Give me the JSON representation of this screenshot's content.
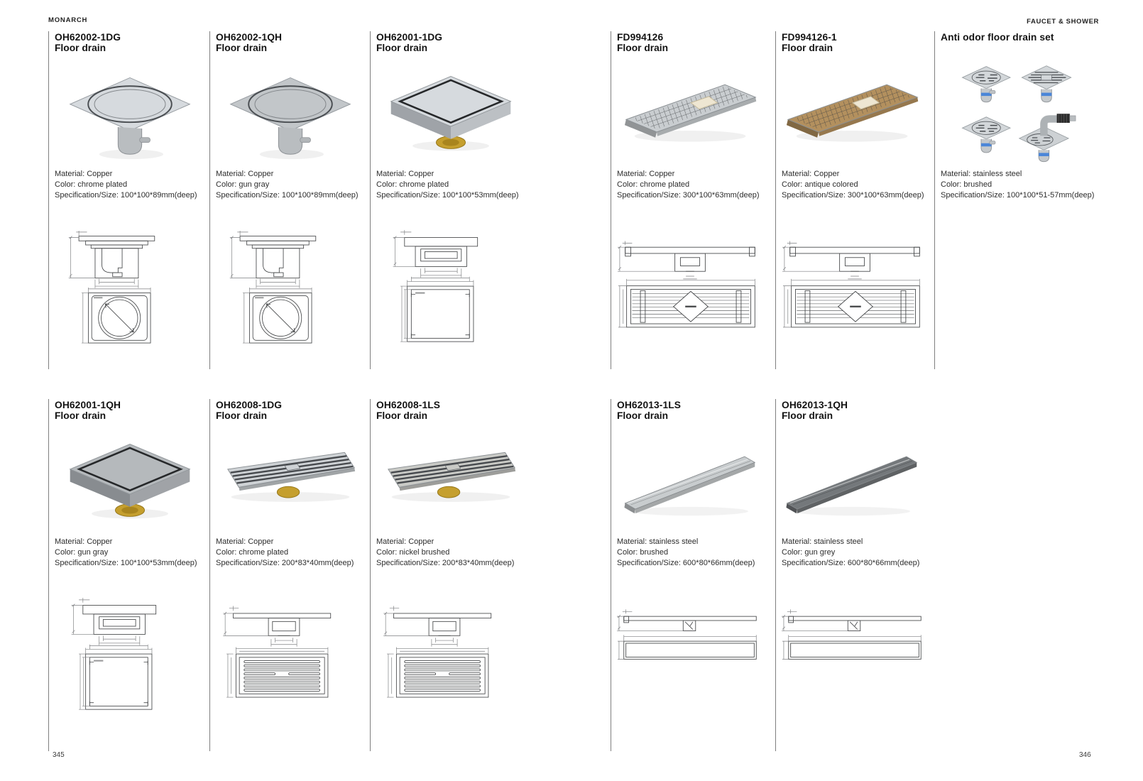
{
  "header": {
    "brand": "MONARCH",
    "category": "FAUCET & SHOWER"
  },
  "footer": {
    "page_left": "345",
    "page_right": "346"
  },
  "products": [
    {
      "model": "OH62002-1DG",
      "type_label": "Floor drain",
      "lines": [
        "Material: Copper",
        "Color: chrome plated",
        "Specification/Size: 100*100*89mm(deep)"
      ]
    },
    {
      "model": "OH62002-1QH",
      "type_label": "Floor drain",
      "lines": [
        "Material: Copper",
        "Color: gun gray",
        "Specification/Size: 100*100*89mm(deep)"
      ]
    },
    {
      "model": "OH62001-1DG",
      "type_label": "Floor drain",
      "lines": [
        "Material: Copper",
        "Color: chrome plated",
        "Specification/Size: 100*100*53mm(deep)"
      ]
    },
    {
      "model": "FD994126",
      "type_label": "Floor drain",
      "lines": [
        "Material: Copper",
        "Color: chrome plated",
        "Specification/Size: 300*100*63mm(deep)"
      ]
    },
    {
      "model": "FD994126-1",
      "type_label": "Floor drain",
      "lines": [
        "Material: Copper",
        "Color: antique colored",
        "Specification/Size: 300*100*63mm(deep)"
      ]
    },
    {
      "model": "Anti odor floor drain set",
      "type_label": "",
      "lines": [
        "Material: stainless steel",
        "Color: brushed",
        "Specification/Size: 100*100*51-57mm(deep)"
      ]
    },
    {
      "model": "OH62001-1QH",
      "type_label": "Floor drain",
      "lines": [
        "Material: Copper",
        "Color: gun gray",
        "Specification/Size: 100*100*53mm(deep)"
      ]
    },
    {
      "model": "OH62008-1DG",
      "type_label": "Floor drain",
      "lines": [
        "Material: Copper",
        "Color: chrome plated",
        "Specification/Size: 200*83*40mm(deep)"
      ]
    },
    {
      "model": "OH62008-1LS",
      "type_label": "Floor drain",
      "lines": [
        "Material: Copper",
        "Color: nickel brushed",
        "Specification/Size: 200*83*40mm(deep)"
      ]
    },
    {
      "model": "OH62013-1LS",
      "type_label": "Floor drain",
      "lines": [
        "Material: stainless steel",
        "Color: brushed",
        "Specification/Size: 600*80*66mm(deep)"
      ]
    },
    {
      "model": "OH62013-1QH",
      "type_label": "Floor drain",
      "lines": [
        "Material: stainless steel",
        "Color: gun grey",
        "Specification/Size: 600*80*66mm(deep)"
      ]
    }
  ]
}
